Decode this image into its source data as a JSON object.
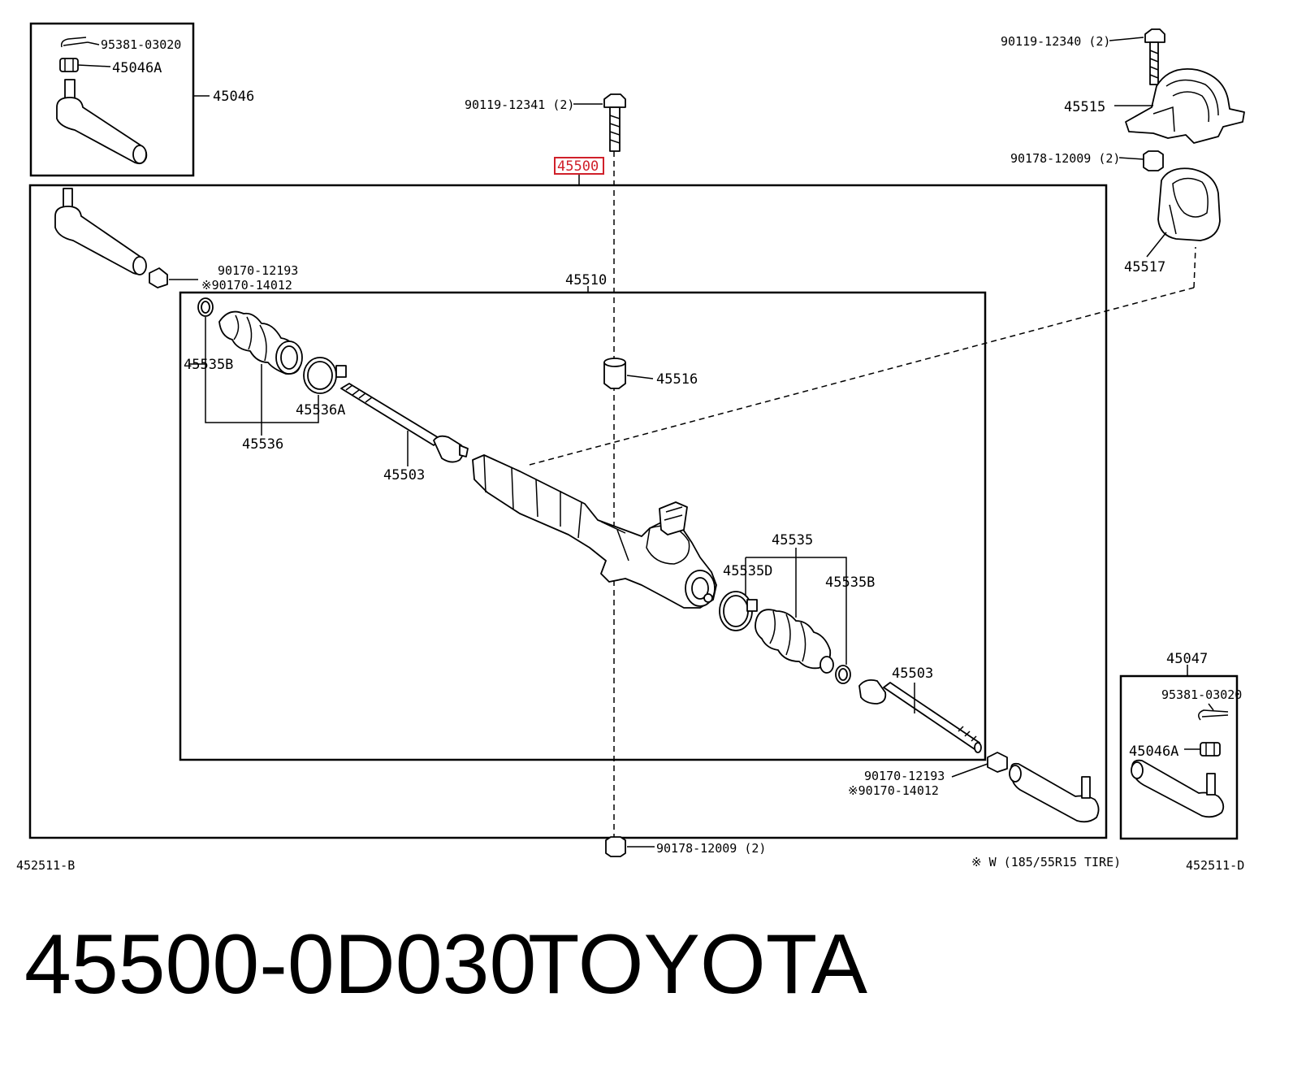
{
  "labels": {
    "p95381_a": "95381-03020",
    "p45046A_a": "45046A",
    "p45046": "45046",
    "p90119_12341": "90119-12341 (2)",
    "p45500": "45500",
    "p90170_12193_a": "90170-12193",
    "p90170_14012_a": "※90170-14012",
    "p45510": "45510",
    "p45535B_a": "45535B",
    "p45536A": "45536A",
    "p45536": "45536",
    "p45503_a": "45503",
    "p45516": "45516",
    "p90119_12340": "90119-12340 (2)",
    "p45515": "45515",
    "p90178_12009_a": "90178-12009 (2)",
    "p45517": "45517",
    "p45535": "45535",
    "p45535D": "45535D",
    "p45535B_b": "45535B",
    "p45503_b": "45503",
    "p45047": "45047",
    "p95381_b": "95381-03020",
    "p45046A_b": "45046A",
    "p90170_12193_b": "90170-12193",
    "p90170_14012_b": "※90170-14012",
    "p90178_12009_b": "90178-12009 (2)",
    "ref_left": "452511-B",
    "ref_right": "452511-D",
    "tire_note": "※ W (185/55R15  TIRE)"
  },
  "caption": {
    "part_number": "45500-0D030",
    "brand": "TOYOTA"
  },
  "colors": {
    "highlight": "#d0202a",
    "ink": "#000000"
  },
  "icons": [
    "tie-rod-end-icon",
    "nut-icon",
    "cotter-pin-icon",
    "bolt-icon",
    "rack-housing-icon",
    "boot-icon",
    "clamp-icon",
    "bracket-icon",
    "bushing-icon"
  ]
}
